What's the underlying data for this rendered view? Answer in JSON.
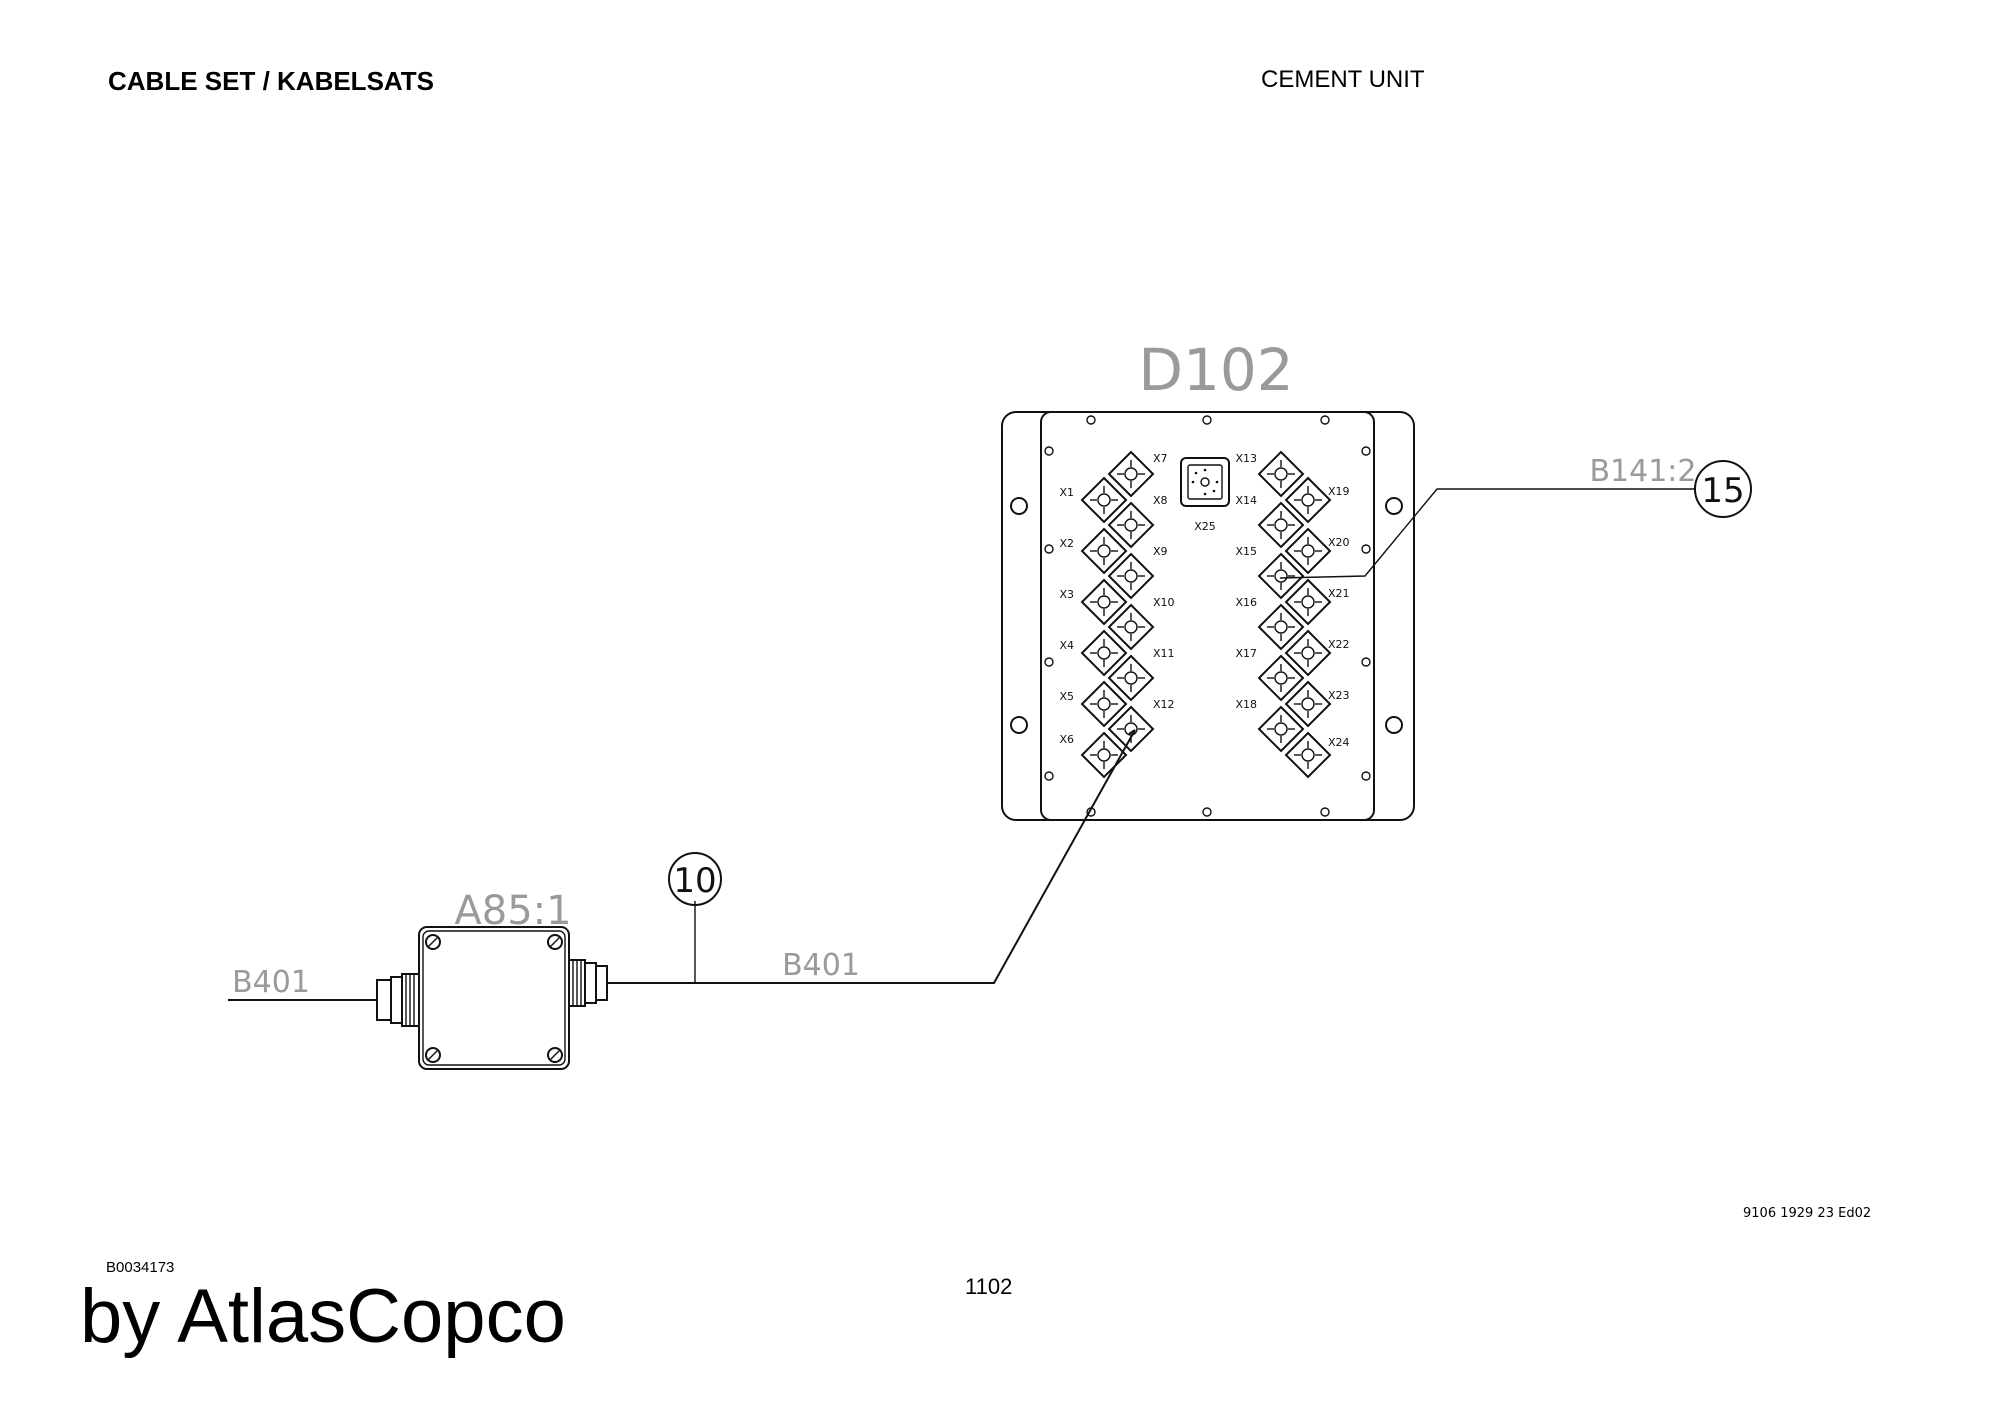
{
  "header": {
    "left_title": "CABLE SET / KABELSATS",
    "right_title": "CEMENT UNIT"
  },
  "diagram": {
    "unit_label": "D102",
    "box_label": "A85:1",
    "cable_left": "B401",
    "cable_mid": "B401",
    "cable_right": "B141:2",
    "callout_10": "10",
    "callout_15": "15",
    "connectors_left_outer": [
      "X1",
      "X2",
      "X3",
      "X4",
      "X5",
      "X6"
    ],
    "connectors_left_inner": [
      "X7",
      "X8",
      "X9",
      "X10",
      "X11",
      "X12"
    ],
    "connectors_right_inner": [
      "X13",
      "X14",
      "X15",
      "X16",
      "X17",
      "X18"
    ],
    "connectors_right_outer": [
      "X19",
      "X20",
      "X21",
      "X22",
      "X23",
      "X24"
    ],
    "connector_center": "X25"
  },
  "footer": {
    "doc_code": "9106 1929 23 Ed02",
    "drawing_no": "B0034173",
    "page_no": "1102",
    "brand": "by AtlasCopco"
  }
}
